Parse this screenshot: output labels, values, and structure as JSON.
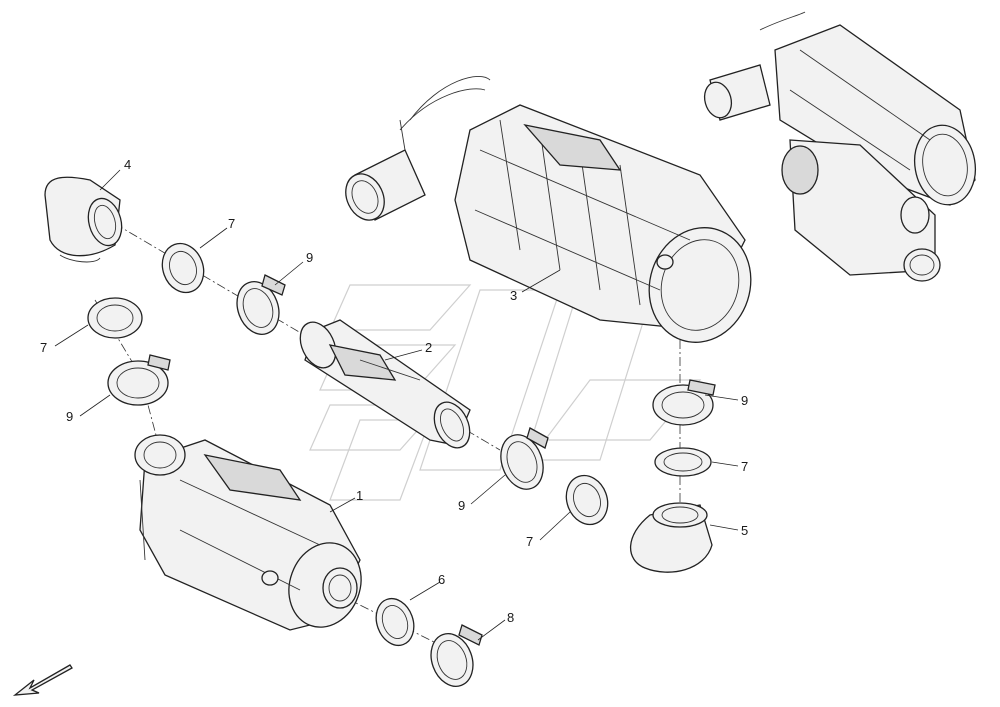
{
  "callouts": {
    "c1": "1",
    "c2": "2",
    "c3": "3",
    "c4": "4",
    "c5": "5",
    "c6": "6",
    "c7a": "7",
    "c7b": "7",
    "c7c": "7",
    "c7d": "7",
    "c8": "8",
    "c9a": "9",
    "c9b": "9",
    "c9c": "9",
    "c9d": "9"
  },
  "icons": {
    "orientation": "direction-arrow-icon",
    "watermark": "logo-watermark"
  },
  "colors": {
    "line": "#222222",
    "fill": "#f2f2f2",
    "shade": "#d9d9d9",
    "watermark": "#cfcfcf"
  }
}
